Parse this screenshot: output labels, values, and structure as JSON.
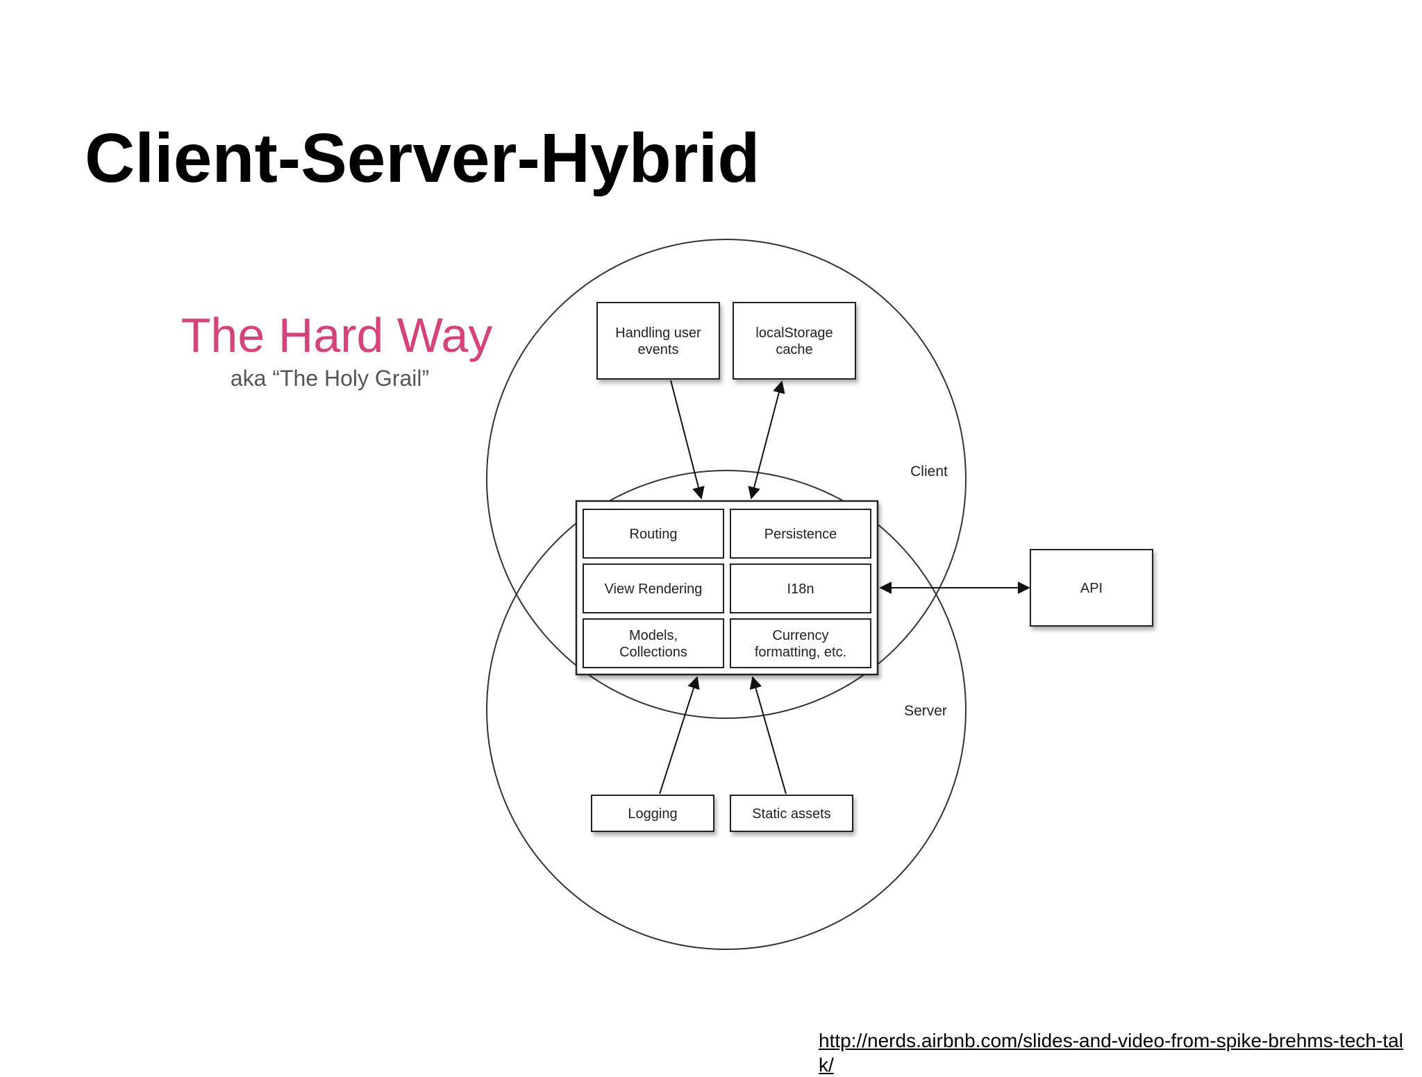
{
  "slide": {
    "title": "Client-Server-Hybrid",
    "source_link": "http://nerds.airbnb.com/slides-and-video-from-spike-brehms-tech-talk/"
  },
  "diagram": {
    "heading": "The Hard Way",
    "subheading": "aka “The Holy Grail”",
    "heading_color": "#d4437a",
    "subheading_color": "#555555",
    "labels": {
      "client": "Client",
      "server": "Server"
    },
    "client_boxes": {
      "handling_user_events": [
        "Handling user",
        "events"
      ],
      "localstorage_cache": [
        "localStorage",
        "cache"
      ]
    },
    "shared_cells": {
      "routing": [
        "Routing"
      ],
      "persistence": [
        "Persistence"
      ],
      "view_rendering": [
        "View Rendering"
      ],
      "i18n": [
        "I18n"
      ],
      "models_collections": [
        "Models,",
        "Collections"
      ],
      "currency_formatting": [
        "Currency",
        "formatting, etc."
      ]
    },
    "server_boxes": {
      "logging": [
        "Logging"
      ],
      "static_assets": [
        "Static assets"
      ]
    },
    "external": {
      "api": [
        "API"
      ]
    }
  }
}
